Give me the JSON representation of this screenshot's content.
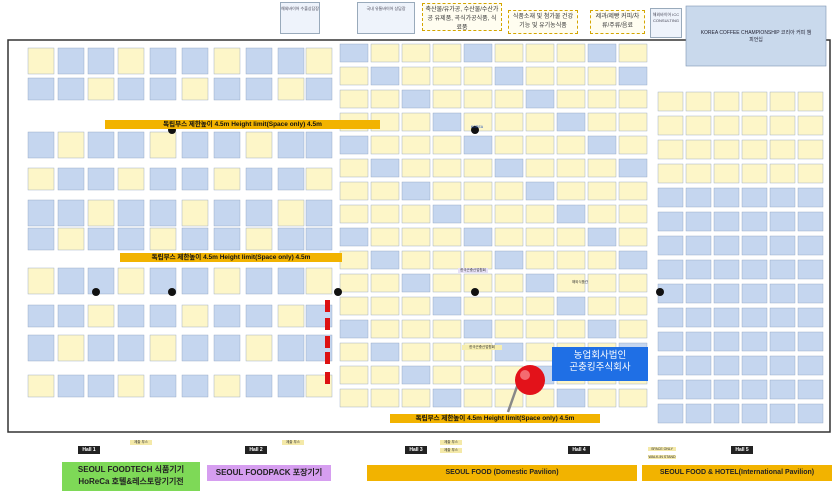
{
  "top_labels": {
    "label_a": "해외바이어 수출상담장",
    "label_b": "국내 유통바이어 상담장",
    "label_c": "해외바이어 ICC CONSULTING",
    "category_1": "축산물/유가공, 수산물/수산가공 유제품, 곡식가공식품, 식료품",
    "category_2": "식품소재 및 첨가물 건강기능 및 유기농식품",
    "category_3": "제과/제빵 커피/차류/주류/음료"
  },
  "coffee_championship": "KOREA COFFEE CHAMPIONSHIP 코리아 커피 챔피언십",
  "height_limits": {
    "bar_1": "독립부스 제한높이 4.5m     Height limit(Space only) 4.5m",
    "bar_2": "독립부스 제한높이 4.5m     Height limit(Space only) 4.5m",
    "bar_3": "독립부스 제한높이 4.5m     Height limit(Space only) 4.5m"
  },
  "callout": {
    "line1": "농업회사법인",
    "line2": "곤충킹주식회사"
  },
  "booth_labels": {
    "booth_a": "한국곤충산업협회",
    "booth_b": "한국곤충산업협회",
    "booth_c": "KOREA",
    "booth_d": "해외식품관"
  },
  "halls": [
    "Hall 1",
    "Hall 2",
    "Hall 3",
    "Hall 4",
    "Hall 5"
  ],
  "bottom_labels": {
    "registration_1": "제출 부스",
    "registration_2": "제출 부스",
    "registration_3": "제출 부스",
    "registration_4": "제출 부스",
    "space_only": "SPACE ONLY",
    "walk_in": "WALK-IN STAND"
  },
  "pavilions": {
    "foodtech_line1": "SEOUL FOODTECH 식품기기",
    "foodtech_line2": "HoReCa 호텔&레스토랑기기전",
    "foodpack": "SEOUL FOODPACK 포장기기",
    "seoul_food": "SEOUL FOOD (Domestic Pavilion)",
    "intl": "SEOUL FOOD & HOTEL(International Pavilion)"
  },
  "colors": {
    "booth": "#c5d6ef",
    "booth_yellow": "#fdf6c8",
    "height_bar": "#f2b300",
    "foodtech_bg": "#7ed957",
    "foodpack_bg": "#d69ef0",
    "seoul_food_bg": "#f2b300",
    "intl_bg": "#f2b300",
    "callout_bg": "#1f6fe5",
    "pin": "#e3121a"
  }
}
